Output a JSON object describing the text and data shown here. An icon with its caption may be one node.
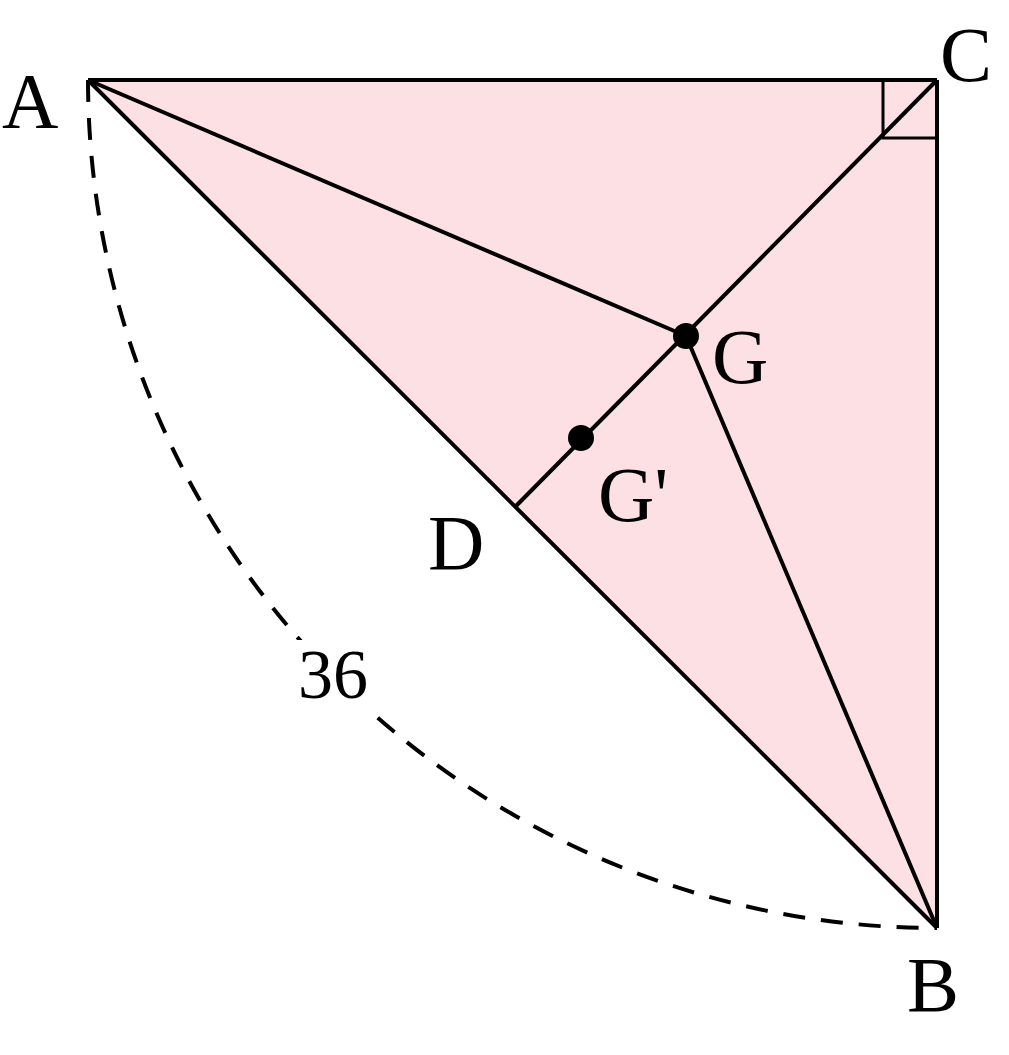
{
  "diagram": {
    "nodes": [
      {
        "text": [
          "A"
        ]
      },
      {
        "text": [
          "C"
        ]
      },
      {
        "text": [
          "G"
        ]
      },
      {
        "text": [
          "G'"
        ]
      },
      {
        "text": [
          "D"
        ]
      },
      {
        "text": [
          "B"
        ]
      }
    ],
    "edges": [
      {
        "from": 0,
        "to": 1,
        "arrow": "none"
      },
      {
        "from": 0,
        "to": 5,
        "arrow": "none"
      },
      {
        "from": 1,
        "to": 5,
        "arrow": "none"
      },
      {
        "from": 1,
        "to": 4,
        "arrow": "none"
      },
      {
        "from": 0,
        "to": 2,
        "arrow": "none"
      },
      {
        "from": 2,
        "to": 5,
        "arrow": "none"
      }
    ],
    "labels": [
      "36"
    ]
  }
}
